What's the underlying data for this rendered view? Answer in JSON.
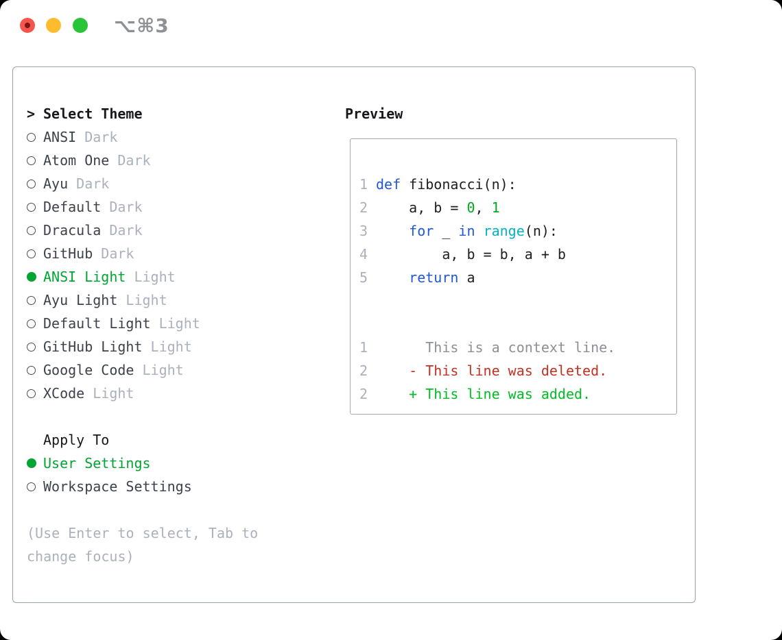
{
  "window": {
    "shortcut_label": "⌥⌘3",
    "traffic_lights": {
      "close_color": "#f4564d",
      "minimize_color": "#fcbc2e",
      "zoom_color": "#29c437"
    }
  },
  "theme_panel": {
    "prompt_prefix": ">",
    "heading": "Select Theme",
    "items": [
      {
        "name": "ANSI",
        "tag": "Dark",
        "selected": false
      },
      {
        "name": "Atom One",
        "tag": "Dark",
        "selected": false
      },
      {
        "name": "Ayu",
        "tag": "Dark",
        "selected": false
      },
      {
        "name": "Default",
        "tag": "Dark",
        "selected": false
      },
      {
        "name": "Dracula",
        "tag": "Dark",
        "selected": false
      },
      {
        "name": "GitHub",
        "tag": "Dark",
        "selected": false
      },
      {
        "name": "ANSI Light",
        "tag": "Light",
        "selected": true
      },
      {
        "name": "Ayu Light",
        "tag": "Light",
        "selected": false
      },
      {
        "name": "Default Light",
        "tag": "Light",
        "selected": false
      },
      {
        "name": "GitHub Light",
        "tag": "Light",
        "selected": false
      },
      {
        "name": "Google Code",
        "tag": "Light",
        "selected": false
      },
      {
        "name": "XCode",
        "tag": "Light",
        "selected": false
      }
    ]
  },
  "apply_panel": {
    "heading": "Apply To",
    "options": [
      {
        "name": "User Settings",
        "selected": true
      },
      {
        "name": "Workspace Settings",
        "selected": false
      }
    ]
  },
  "help_text": "(Use Enter to select, Tab to change focus)",
  "preview_panel": {
    "heading": "Preview",
    "lines": [
      {
        "num": "1",
        "tokens": [
          [
            "kw",
            "def"
          ],
          [
            "pl",
            " fibonacci(n):"
          ]
        ]
      },
      {
        "num": "2",
        "tokens": [
          [
            "pl",
            "    a, b = "
          ],
          [
            "num",
            "0"
          ],
          [
            "pl",
            ", "
          ],
          [
            "num",
            "1"
          ]
        ]
      },
      {
        "num": "3",
        "tokens": [
          [
            "pl",
            "    "
          ],
          [
            "kw",
            "for"
          ],
          [
            "pl",
            " _ "
          ],
          [
            "kw",
            "in"
          ],
          [
            "pl",
            " "
          ],
          [
            "fn",
            "range"
          ],
          [
            "pl",
            "(n):"
          ]
        ]
      },
      {
        "num": "4",
        "tokens": [
          [
            "pl",
            "        a, b = b, a + b"
          ]
        ]
      },
      {
        "num": "5",
        "tokens": [
          [
            "pl",
            "    "
          ],
          [
            "kw",
            "return"
          ],
          [
            "pl",
            " a"
          ]
        ]
      },
      {
        "num": "",
        "tokens": []
      },
      {
        "num": "",
        "tokens": []
      },
      {
        "num": "1",
        "tokens": [
          [
            "ctx",
            "      This is a context line."
          ]
        ]
      },
      {
        "num": "2",
        "tokens": [
          [
            "del",
            "    - This line was deleted."
          ]
        ]
      },
      {
        "num": "2",
        "tokens": [
          [
            "add",
            "    + This line was added."
          ]
        ]
      }
    ]
  },
  "colors": {
    "selected_green": "#00a532",
    "keyword_blue": "#1f57d8",
    "function_cyan": "#00b3c5",
    "number_green": "#00a81e",
    "added_green": "#00bd23",
    "deleted_red": "#c53020",
    "context_gray": "#8b9097",
    "muted_gray": "#aab1bd",
    "text_dark": "#3c424b",
    "border_gray": "#9aa2ad"
  }
}
